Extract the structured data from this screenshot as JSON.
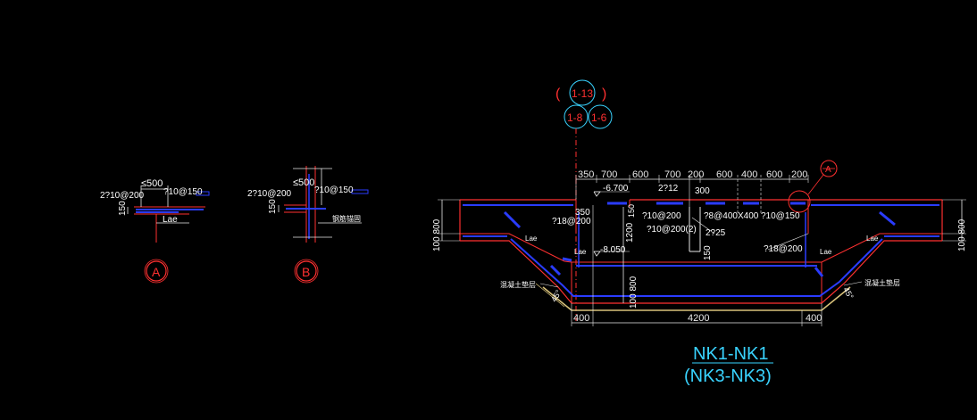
{
  "colors": {
    "background": "#000000",
    "outline": "#ff3030",
    "rebar": "#2a3cff",
    "dimension": "#e8e8e8",
    "title": "#39d3ff",
    "axis": "#ff3030",
    "annotation": "#ffffff",
    "hatch": "#d9c27a"
  },
  "detail_a": {
    "rebar_left": "2?10@200",
    "limit": "≤500",
    "rebar_right": "?10@150",
    "thickness": "150",
    "anchor": "Lae",
    "tag": "A"
  },
  "detail_b": {
    "rebar_left": "2?10@200",
    "limit": "≤500",
    "rebar_right": "?10@150",
    "thickness": "150",
    "note": "钢筋锚固",
    "tag": "B"
  },
  "axis_tags": {
    "upper": "1-13",
    "lower_left": "1-8",
    "lower_right": "1-6"
  },
  "section": {
    "top_dims": [
      "350",
      "700",
      "600",
      "700",
      "200",
      "600",
      "400",
      "600",
      "200"
    ],
    "detail_ref": "A",
    "elev_top": "-6.700",
    "elev_bottom": "-8.050",
    "rebar_2d12": "2?12",
    "dim_300": "300",
    "dim_350": "350",
    "dim_1200": "1200",
    "dim_150": "150",
    "rebar_1": "?10@200",
    "rebar_2": "?8@400X400",
    "rebar_3": "?10@150",
    "rebar_4": "?10@200(2)",
    "rebar_5": "2?25",
    "rebar_6": "?18@200",
    "rebar_7": "?18@200",
    "lae": "Lae",
    "left_height": "100 800",
    "right_height": "100 800",
    "mid_height": "100 800",
    "bottom_dims": [
      "400",
      "4200",
      "400"
    ],
    "slope_left": "45°",
    "slope_right": "45°",
    "label_left": "混凝土垫层",
    "label_right": "混凝土垫层"
  },
  "title": {
    "line1": "NK1-NK1",
    "line2": "(NK3-NK3)"
  }
}
